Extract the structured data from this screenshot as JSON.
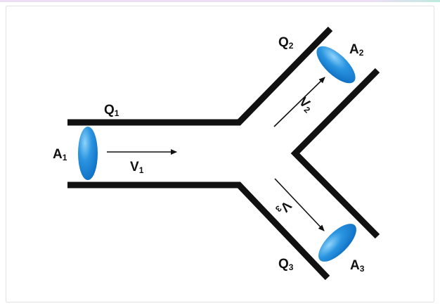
{
  "labels": {
    "q1": {
      "main": "Q",
      "sub": "1"
    },
    "q2": {
      "main": "Q",
      "sub": "2"
    },
    "q3": {
      "main": "Q",
      "sub": "3"
    },
    "a1": {
      "main": "A",
      "sub": "1"
    },
    "a2": {
      "main": "A",
      "sub": "2"
    },
    "a3": {
      "main": "A",
      "sub": "3"
    },
    "v1": {
      "main": "V",
      "sub": "1"
    },
    "v2": {
      "main": "V",
      "sub": "2"
    },
    "v3": {
      "main": "V",
      "sub": "3"
    }
  },
  "colors": {
    "pipe": "#111111",
    "cross_section_fill": "#1e88dc",
    "cross_section_highlight": "#7cc8f5"
  }
}
